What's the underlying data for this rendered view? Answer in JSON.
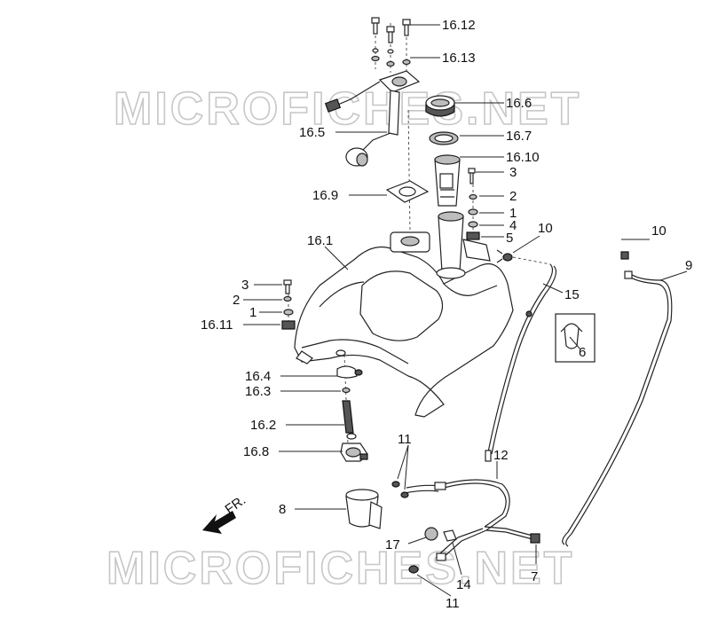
{
  "watermark": {
    "text": "MICROFICHES.NET"
  },
  "direction": {
    "label": "FR."
  },
  "callouts": [
    {
      "id": "c-16-12",
      "text": "16.12"
    },
    {
      "id": "c-16-13",
      "text": "16.13"
    },
    {
      "id": "c-16-6",
      "text": "16.6"
    },
    {
      "id": "c-16-5",
      "text": "16.5"
    },
    {
      "id": "c-16-7",
      "text": "16.7"
    },
    {
      "id": "c-16-10",
      "text": "16.10"
    },
    {
      "id": "c-3a",
      "text": "3"
    },
    {
      "id": "c-16-9",
      "text": "16.9"
    },
    {
      "id": "c-2a",
      "text": "2"
    },
    {
      "id": "c-1a",
      "text": "1"
    },
    {
      "id": "c-4",
      "text": "4"
    },
    {
      "id": "c-5",
      "text": "5"
    },
    {
      "id": "c-10a",
      "text": "10"
    },
    {
      "id": "c-10b",
      "text": "10"
    },
    {
      "id": "c-9",
      "text": "9"
    },
    {
      "id": "c-16-1",
      "text": "16.1"
    },
    {
      "id": "c-15",
      "text": "15"
    },
    {
      "id": "c-3b",
      "text": "3"
    },
    {
      "id": "c-2b",
      "text": "2"
    },
    {
      "id": "c-1b",
      "text": "1"
    },
    {
      "id": "c-16-11",
      "text": "16.11"
    },
    {
      "id": "c-6",
      "text": "6"
    },
    {
      "id": "c-16-4",
      "text": "16.4"
    },
    {
      "id": "c-16-3",
      "text": "16.3"
    },
    {
      "id": "c-16-2",
      "text": "16.2"
    },
    {
      "id": "c-11a",
      "text": "11"
    },
    {
      "id": "c-12",
      "text": "12"
    },
    {
      "id": "c-16-8",
      "text": "16.8"
    },
    {
      "id": "c-8",
      "text": "8"
    },
    {
      "id": "c-17",
      "text": "17"
    },
    {
      "id": "c-7",
      "text": "7"
    },
    {
      "id": "c-14",
      "text": "14"
    },
    {
      "id": "c-11b",
      "text": "11"
    }
  ]
}
